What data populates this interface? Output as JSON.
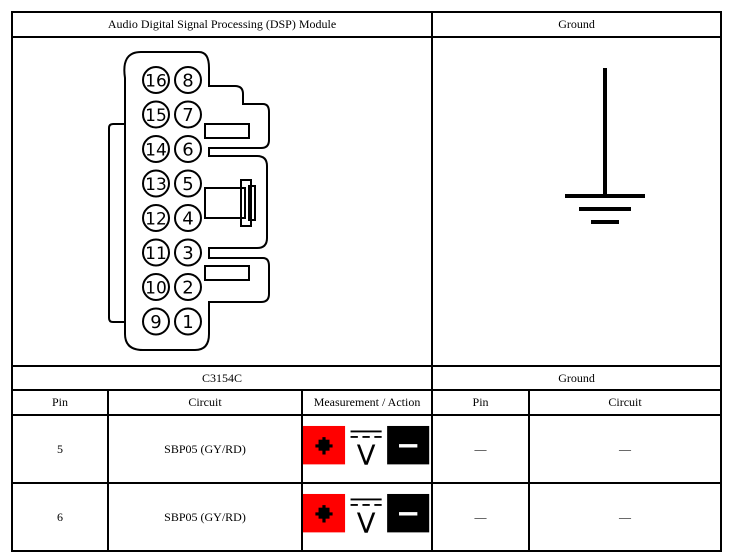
{
  "header": {
    "left_title": "Audio Digital Signal Processing (DSP) Module",
    "right_title": "Ground"
  },
  "connector": {
    "id": "C3154C",
    "pins_left": [
      "16",
      "15",
      "14",
      "13",
      "12",
      "11",
      "10",
      "9"
    ],
    "pins_right": [
      "8",
      "7",
      "6",
      "5",
      "4",
      "3",
      "2",
      "1"
    ]
  },
  "ground_caption": "Ground",
  "columns": {
    "pin": "Pin",
    "circuit": "Circuit",
    "measurement": "Measurement / Action",
    "pin2": "Pin",
    "circuit2": "Circuit"
  },
  "rows": [
    {
      "pin": "5",
      "circuit": "SBP05 (GY/RD)",
      "pin2": "—",
      "circuit2": "—"
    },
    {
      "pin": "6",
      "circuit": "SBP05 (GY/RD)",
      "pin2": "—",
      "circuit2": "—"
    }
  ],
  "meter_icon": {
    "positive_symbol": "+",
    "unit": "V",
    "negative_symbol": "−",
    "positive_color": "#ff0000",
    "negative_color": "#000000"
  }
}
